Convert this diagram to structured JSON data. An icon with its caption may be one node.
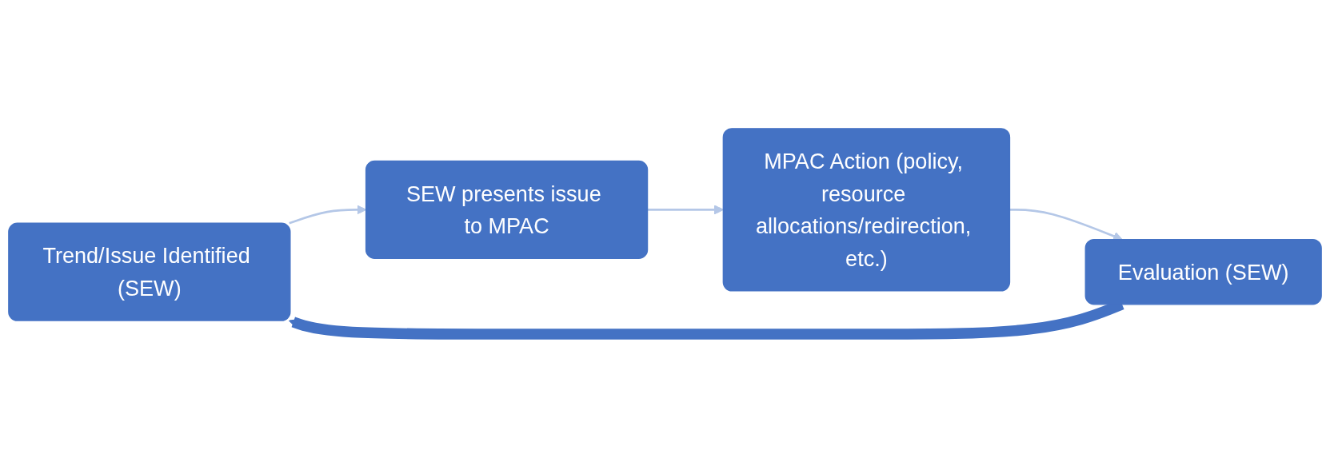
{
  "diagram": {
    "nodes": [
      {
        "text": [
          "Trend/Issue Identified (SEW)"
        ]
      },
      {
        "text": [
          "SEW presents issue to MPAC"
        ]
      },
      {
        "text": [
          "MPAC Action (policy, resource allocations/redirection, etc.)"
        ]
      },
      {
        "text": [
          "Evaluation (SEW)"
        ]
      }
    ],
    "edges": [
      {
        "from": 0,
        "to": 1,
        "arrow": "to"
      },
      {
        "from": 1,
        "to": 2,
        "arrow": "to"
      },
      {
        "from": 2,
        "to": 3,
        "arrow": "to"
      },
      {
        "from": 3,
        "to": 0,
        "arrow": "to",
        "style": "thick",
        "color": "#4472c4"
      }
    ]
  }
}
